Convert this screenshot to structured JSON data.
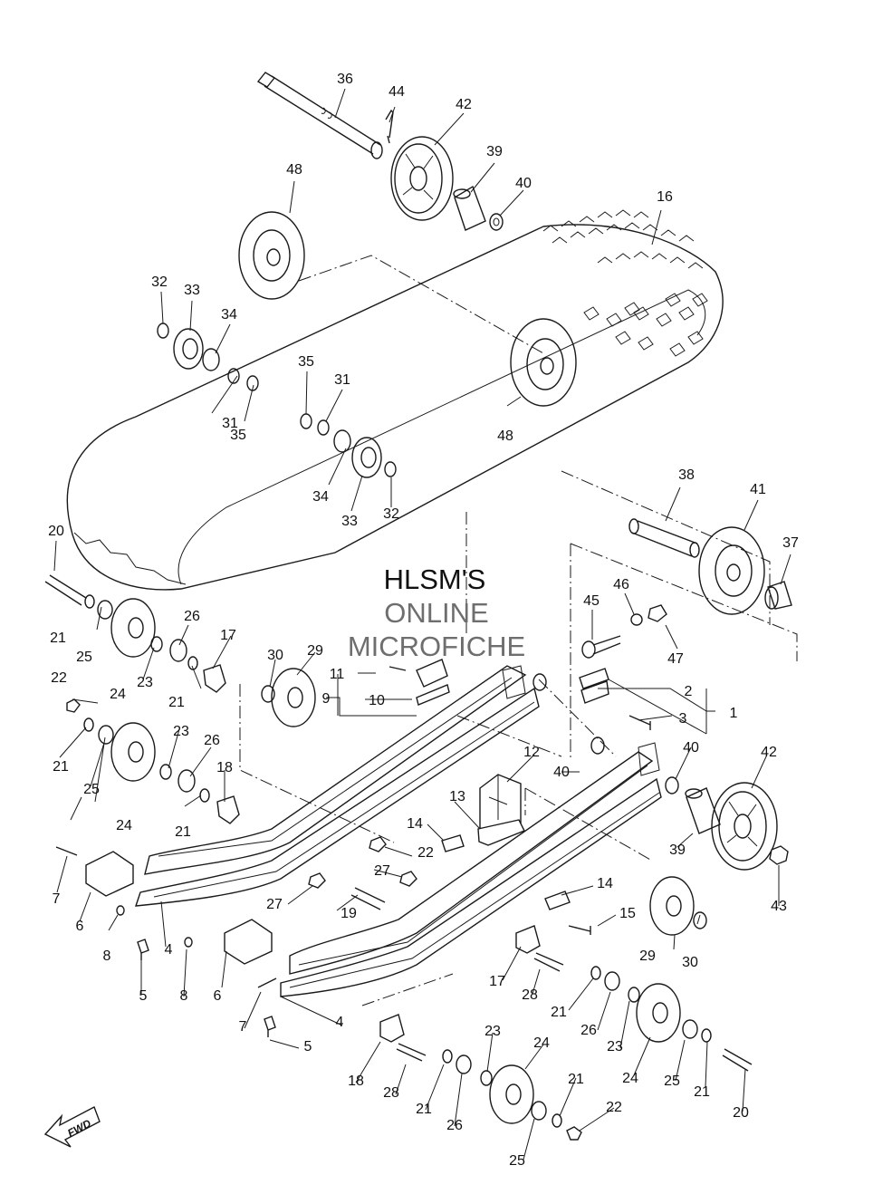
{
  "watermark": {
    "line1": "HLSM'S",
    "line2": "ONLINE",
    "line3": "MICROFICHE",
    "color1": "#111111",
    "color2": "#6e6e6e"
  },
  "fwd_label": "FWD",
  "callouts": [
    "1",
    "2",
    "3",
    "4",
    "5",
    "6",
    "7",
    "8",
    "9",
    "10",
    "11",
    "12",
    "13",
    "14",
    "15",
    "16",
    "17",
    "18",
    "19",
    "20",
    "21",
    "22",
    "23",
    "24",
    "25",
    "26",
    "27",
    "28",
    "29",
    "30",
    "31",
    "32",
    "33",
    "34",
    "35",
    "36",
    "37",
    "38",
    "39",
    "40",
    "41",
    "42",
    "43",
    "44",
    "45",
    "46",
    "47",
    "48"
  ],
  "colors": {
    "line": "#1a1a1a",
    "background": "#ffffff"
  }
}
